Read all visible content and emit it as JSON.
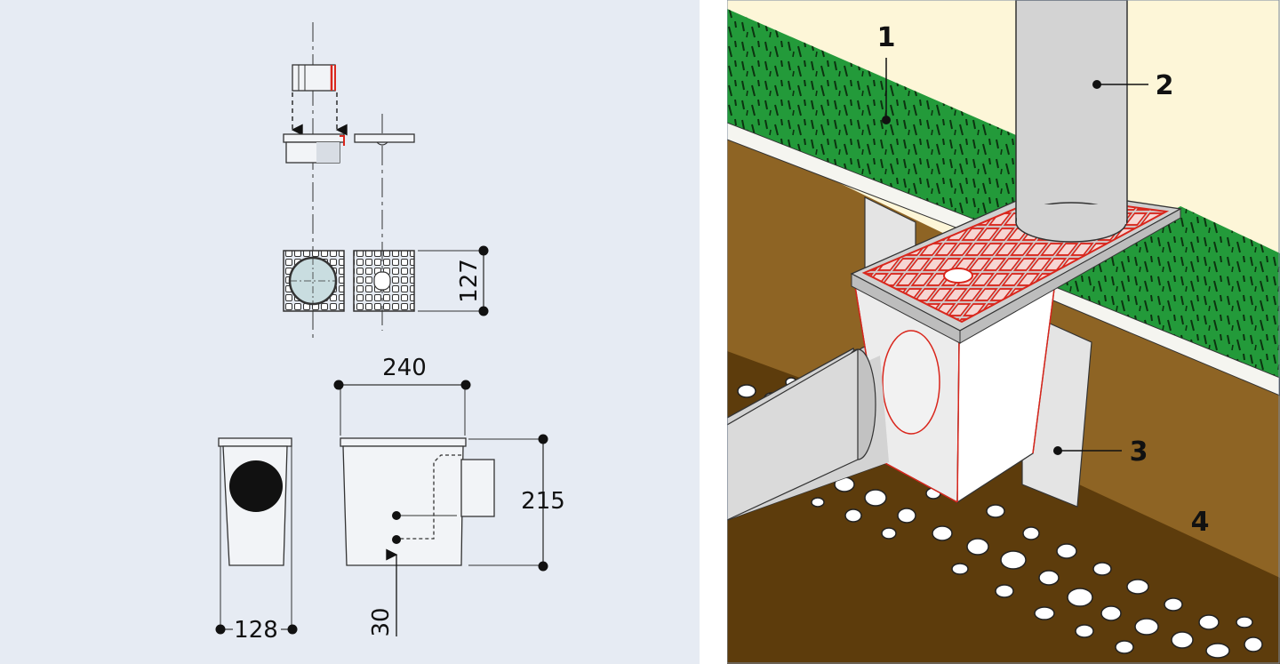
{
  "drawing": {
    "dimensions": {
      "grate_width": "127",
      "body_width": "240",
      "height": "215",
      "outlet_offset": "30",
      "depth": "128"
    }
  },
  "illustration": {
    "callouts": [
      {
        "id": "1",
        "label": "1"
      },
      {
        "id": "2",
        "label": "2"
      },
      {
        "id": "3",
        "label": "3"
      },
      {
        "id": "4",
        "label": "4"
      }
    ]
  },
  "colors": {
    "drawing_background": "#e6ebf3",
    "accent_red": "#d9261c",
    "grass": "#239a3a",
    "soil": "#8e6424",
    "soil_dark": "#5d3c0c",
    "wall": "#fdf6d8",
    "pipe": "#d3d3d3"
  }
}
